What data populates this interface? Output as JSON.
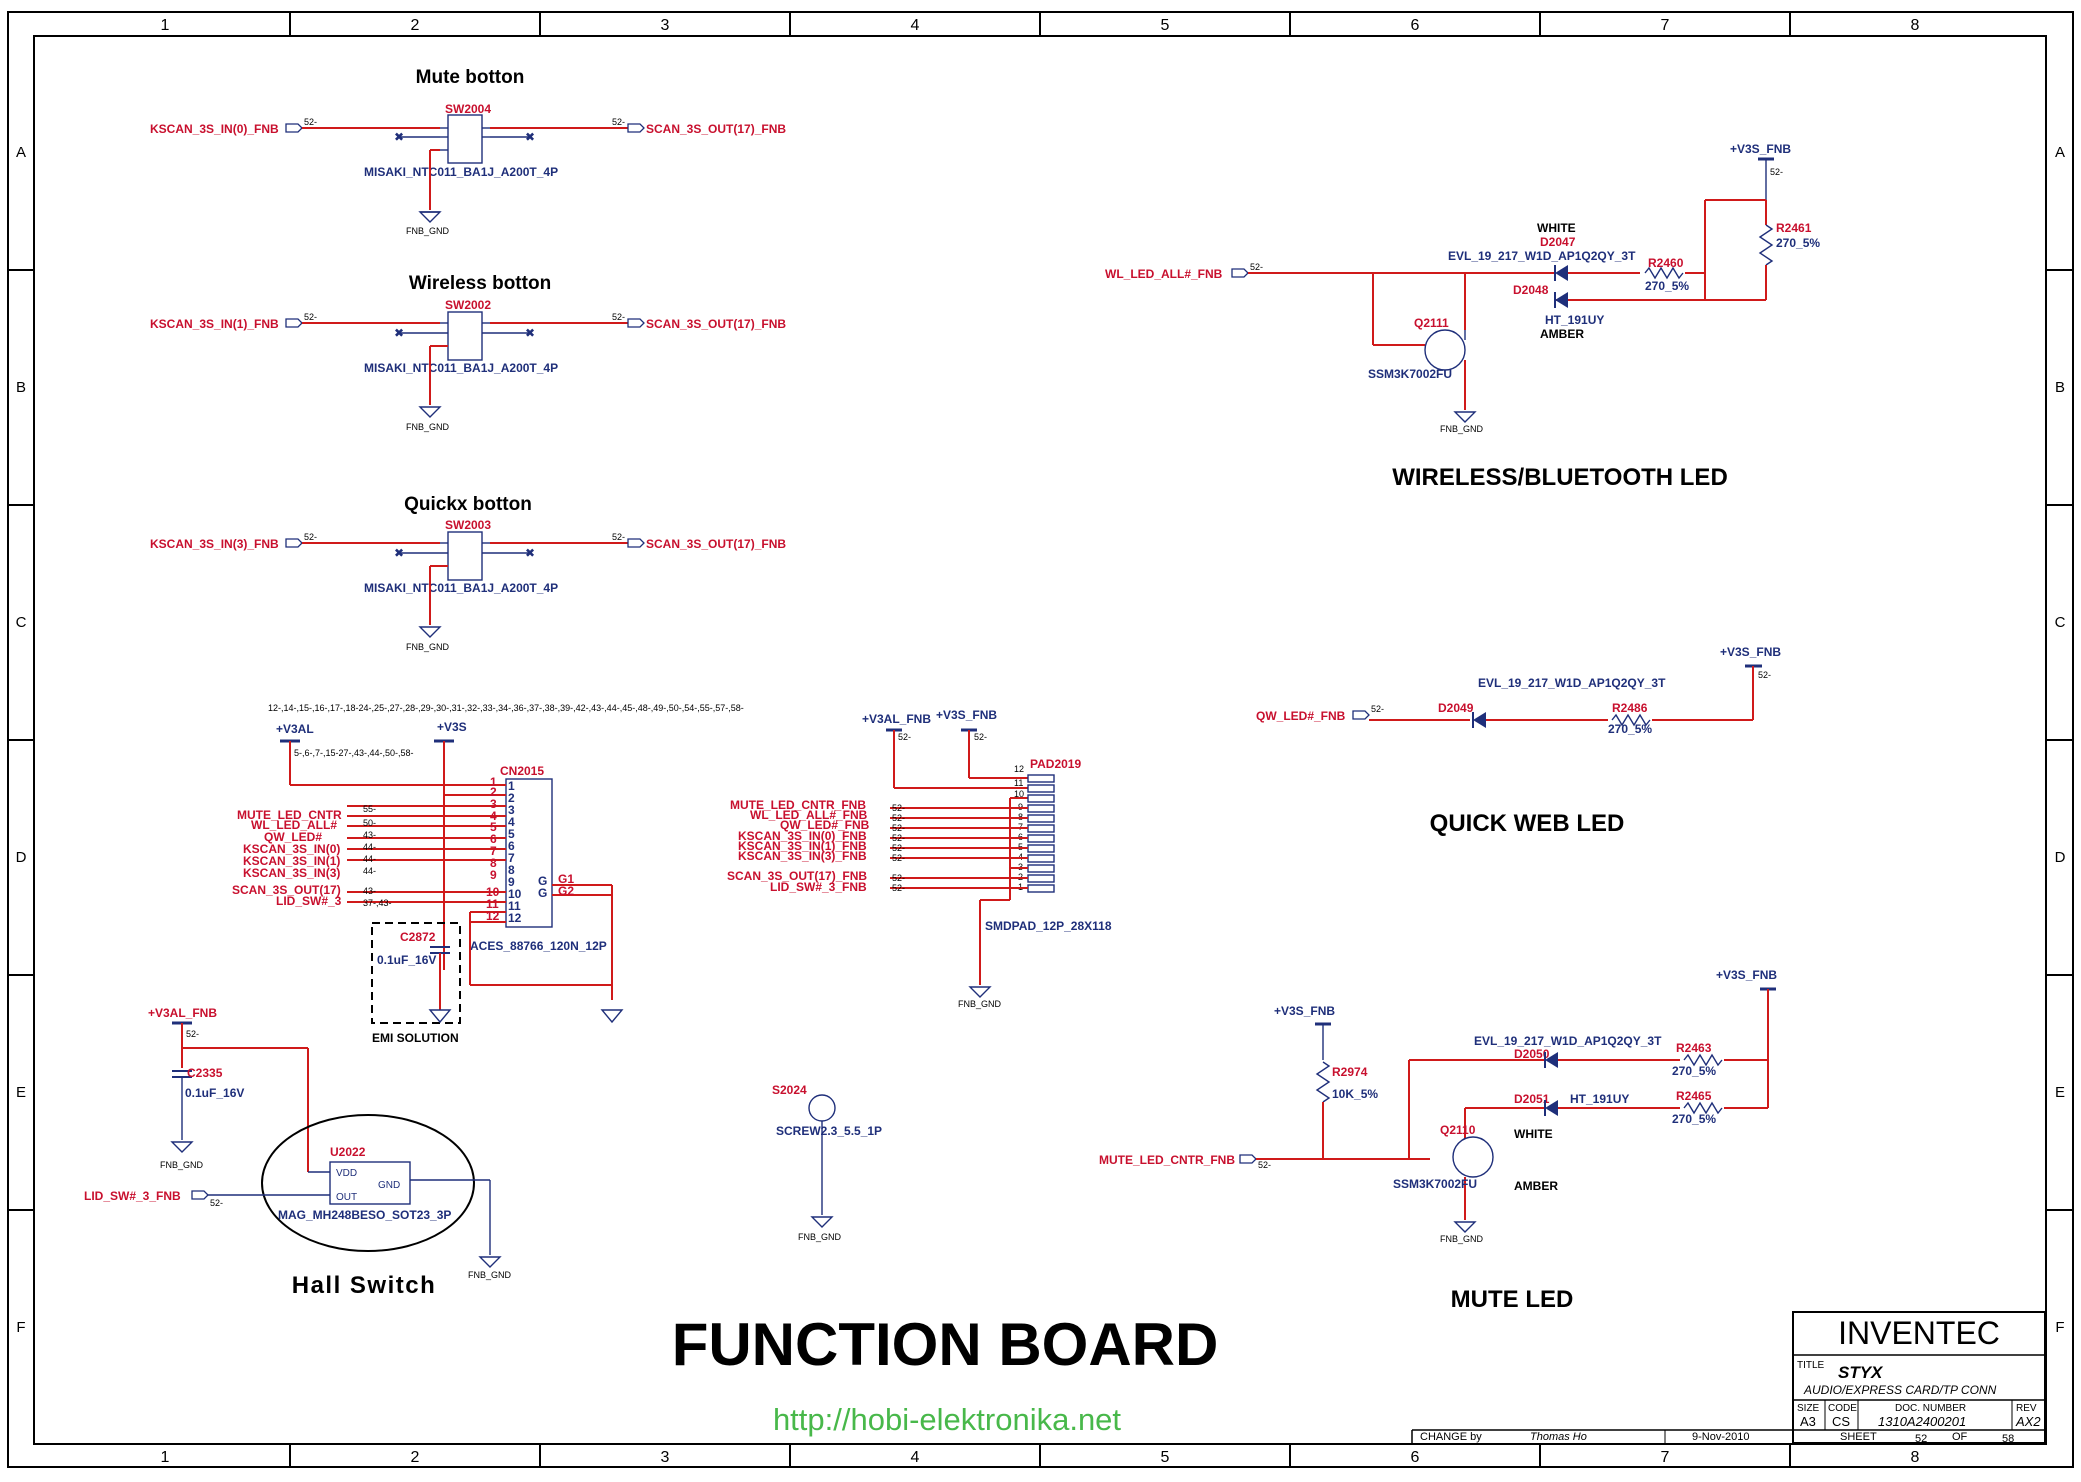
{
  "border": {
    "columns": [
      "1",
      "2",
      "3",
      "4",
      "5",
      "6",
      "7",
      "8"
    ],
    "rows": [
      "A",
      "B",
      "C",
      "D",
      "E",
      "F"
    ]
  },
  "sections": {
    "mute_button": "Mute botton",
    "wireless_button": "Wireless botton",
    "quickx_button": "Quickx botton",
    "wireless_led": "WIRELESS/BLUETOOTH LED",
    "quick_web_led": "QUICK WEB LED",
    "mute_led": "MUTE LED",
    "hall_switch": "Hall Switch",
    "function_board": "FUNCTION BOARD",
    "emi_solution": "EMI SOLUTION"
  },
  "switches": [
    {
      "ref": "SW2004",
      "in_net": "KSCAN_3S_IN(0)_FNB",
      "out_net": "SCAN_3S_OUT(17)_FNB",
      "part": "MISAKI_NTC011_BA1J_A200T_4P",
      "gnd": "FNB_GND"
    },
    {
      "ref": "SW2002",
      "in_net": "KSCAN_3S_IN(1)_FNB",
      "out_net": "SCAN_3S_OUT(17)_FNB",
      "part": "MISAKI_NTC011_BA1J_A200T_4P",
      "gnd": "FNB_GND"
    },
    {
      "ref": "SW2003",
      "in_net": "KSCAN_3S_IN(3)_FNB",
      "out_net": "SCAN_3S_OUT(17)_FNB",
      "part": "MISAKI_NTC011_BA1J_A200T_4P",
      "gnd": "FNB_GND"
    }
  ],
  "page_ref": "52-",
  "wireless": {
    "supply": "+V3S_FNB",
    "net": "WL_LED_ALL#_FNB",
    "white_label": "WHITE",
    "amber_label": "AMBER",
    "d_white": "D2047",
    "d_white_part": "EVL_19_217_W1D_AP1Q2QY_3T",
    "d_amber": "D2048",
    "d_amber_part": "HT_191UY",
    "r_a": "R2460",
    "r_a_val": "270_5%",
    "r_b": "R2461",
    "r_b_val": "270_5%",
    "q": "Q2111",
    "q_part": "SSM3K7002FU",
    "gnd": "FNB_GND"
  },
  "quickweb": {
    "supply": "+V3S_FNB",
    "net": "QW_LED#_FNB",
    "d": "D2049",
    "d_part": "EVL_19_217_W1D_AP1Q2QY_3T",
    "r": "R2486",
    "r_val": "270_5%"
  },
  "muteled": {
    "supply_left": "+V3S_FNB",
    "supply_right": "+V3S_FNB",
    "net": "MUTE_LED_CNTR_FNB",
    "d_top": "D2050",
    "d_top_part": "EVL_19_217_W1D_AP1Q2QY_3T",
    "d_bot": "D2051",
    "d_bot_part": "HT_191UY",
    "white_label": "WHITE",
    "amber_label": "AMBER",
    "r_top": "R2463",
    "r_top_val": "270_5%",
    "r_bot": "R2465",
    "r_bot_val": "270_5%",
    "r_pull": "R2974",
    "r_pull_val": "10K_5%",
    "q": "Q2110",
    "q_part": "SSM3K7002FU",
    "gnd": "FNB_GND"
  },
  "connector": {
    "ref": "CN2015",
    "part": "ACES_88766_120N_12P",
    "supply_a": "+V3AL",
    "supply_b": "+V3S",
    "xref_top": "12-,14-,15-,16-,17-,18-24-,25-,27-,28-,29-,30-,31-,32-,33-,34-,36-,37-,38-,39-,42-,43-,44-,45-,48-,49-,50-,54-,55-,57-,58-",
    "xref_v3al": "5-,6-,7-,15-27-,43-,44-,50-,58-",
    "pins": [
      "1",
      "2",
      "3",
      "4",
      "5",
      "6",
      "7",
      "8",
      "9",
      "10",
      "11",
      "12"
    ],
    "g_pins": [
      "G1",
      "G2"
    ],
    "g_letter": "G",
    "nets": [
      "MUTE_LED_CNTR",
      "WL_LED_ALL#",
      "QW_LED#",
      "KSCAN_3S_IN(0)",
      "KSCAN_3S_IN(1)",
      "KSCAN_3S_IN(3)",
      "SCAN_3S_OUT(17)",
      "LID_SW#_3"
    ],
    "net_refs": [
      "55-",
      "50-",
      "43-",
      "44-",
      "44-",
      "44-",
      "43-",
      "37-,43-"
    ],
    "cap": "C2872",
    "cap_val": "0.1uF_16V"
  },
  "pad": {
    "ref": "PAD2019",
    "part": "SMDPAD_12P_28X118",
    "supply_a": "+V3AL_FNB",
    "supply_b": "+V3S_FNB",
    "pins": [
      "12",
      "11",
      "10",
      "9",
      "8",
      "7",
      "6",
      "5",
      "4",
      "3",
      "2",
      "1"
    ],
    "nets": [
      "MUTE_LED_CNTR_FNB",
      "WL_LED_ALL#_FNB",
      "QW_LED#_FNB",
      "KSCAN_3S_IN(0)_FNB",
      "KSCAN_3S_IN(1)_FNB",
      "KSCAN_3S_IN(3)_FNB",
      "SCAN_3S_OUT(17)_FNB",
      "LID_SW#_3_FNB"
    ],
    "gnd": "FNB_GND"
  },
  "hall": {
    "supply": "+V3AL_FNB",
    "cap": "C2335",
    "cap_val": "0.1uF_16V",
    "ref": "U2022",
    "part": "MAG_MH248BESO_SOT23_3P",
    "pin_vdd": "VDD",
    "pin_out": "OUT",
    "pin_gnd": "GND",
    "net": "LID_SW#_3_FNB",
    "gnd": "FNB_GND"
  },
  "screw": {
    "ref": "S2024",
    "part": "SCREW2.3_5.5_1P",
    "gnd": "FNB_GND"
  },
  "title_block": {
    "company": "INVENTEC",
    "title_label": "TITLE",
    "title": "STYX",
    "subtitle": "AUDIO/EXPRESS CARD/TP CONN",
    "size_label": "SIZE",
    "size": "A3",
    "code_label": "CODE",
    "code": "CS",
    "doc_label": "DOC. NUMBER",
    "doc": "1310A2400201",
    "rev_label": "REV",
    "rev": "AX2",
    "change_label": "CHANGE by",
    "author": "Thomas Ho",
    "date": "9-Nov-2010",
    "sheet_label": "SHEET",
    "sheet": "52",
    "of_label": "OF",
    "total": "58"
  },
  "watermark": "http://hobi-elektronika.net"
}
